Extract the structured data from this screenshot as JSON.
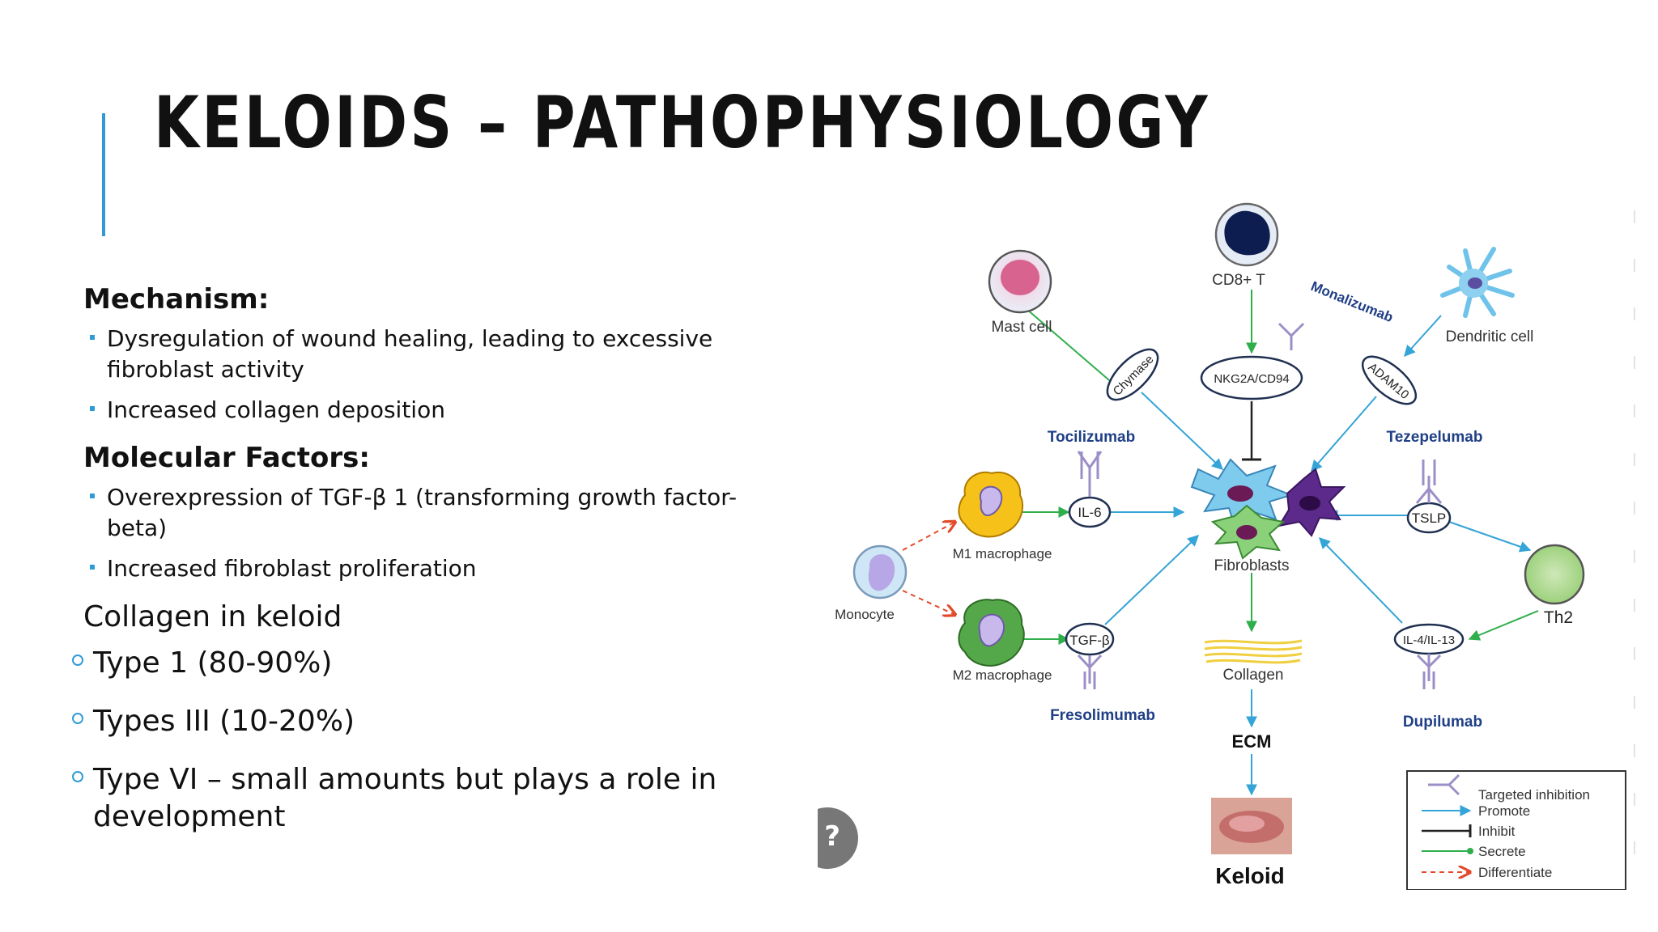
{
  "slide": {
    "title": "KELOIDS – PATHOPHYSIOLOGY",
    "accent_color": "#2f9bd6"
  },
  "left": {
    "mechanism_heading": "Mechanism",
    "mechanism_colon": ":",
    "mechanism_bullets": [
      "Dysregulation of wound healing, leading to excessive fibroblast activity",
      "Increased collagen deposition"
    ],
    "molecular_heading": "Molecular Factors",
    "molecular_colon": ":",
    "molecular_bullets": [
      "Overexpression of TGF-β 1 (transforming growth factor-beta)",
      "Increased fibroblast proliferation"
    ],
    "collagen_heading": "Collagen in keloid",
    "collagen_types": [
      "Type 1 (80-90%)",
      "Types III (10-20%)",
      "Type VI – small amounts but plays a role in development"
    ]
  },
  "diagram": {
    "cells": {
      "mast": "Mast cell",
      "cd8": "CD8+ T",
      "dendritic": "Dendritic cell",
      "m1": "M1 macrophage",
      "m2": "M2 macrophage",
      "monocyte": "Monocyte",
      "fibroblasts": "Fibroblasts",
      "th2": "Th2"
    },
    "mediators": {
      "chymase": "Chymase",
      "nkg2a": "NKG2A/CD94",
      "adam10": "ADAM10",
      "il6": "IL-6",
      "tgfb": "TGF-β",
      "tslp": "TSLP",
      "il4": "IL-4/IL-13"
    },
    "drugs": {
      "monalizumab": "Monalizumab",
      "tocilizumab": "Tocilizumab",
      "tezepelumab": "Tezepelumab",
      "fresolimumab": "Fresolimumab",
      "dupilumab": "Dupilumab"
    },
    "outputs": {
      "collagen": "Collagen",
      "ecm": "ECM",
      "keloid": "Keloid"
    },
    "legend": [
      "Targeted inhibition",
      "Promote",
      "Inhibit",
      "Secrete",
      "Differentiate"
    ],
    "colors": {
      "promote": "#35a4d6",
      "secrete": "#2fae4c",
      "inhibit": "#222222",
      "differentiate": "#e24a2a",
      "antibody": "#9c8fc7",
      "drug_label": "#1f3f86"
    }
  }
}
